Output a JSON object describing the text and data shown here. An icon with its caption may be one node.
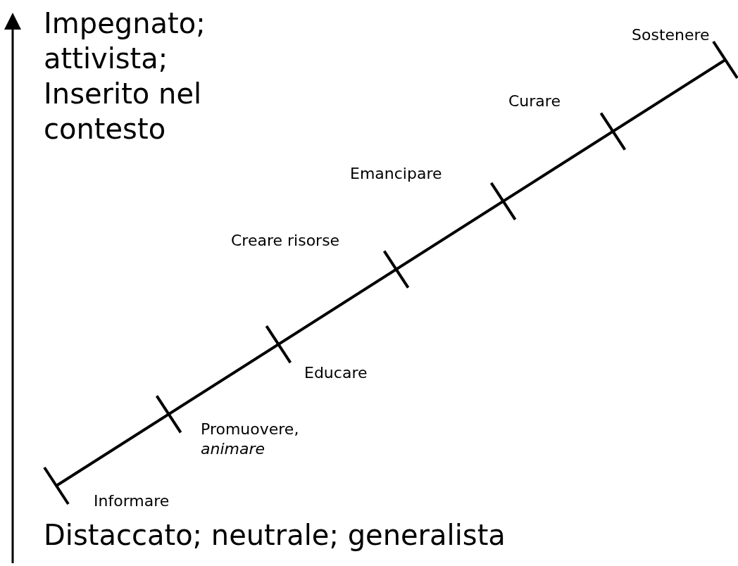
{
  "diagram": {
    "labels": [
      "Impegnato; attivista; Inserito nel contesto",
      "Sostenere",
      "Curare",
      "Emancipare",
      "Creare risorse",
      "Educare",
      "Promuovere, *animare*",
      "Informare",
      "Distaccato; neutrale; generalista"
    ]
  }
}
